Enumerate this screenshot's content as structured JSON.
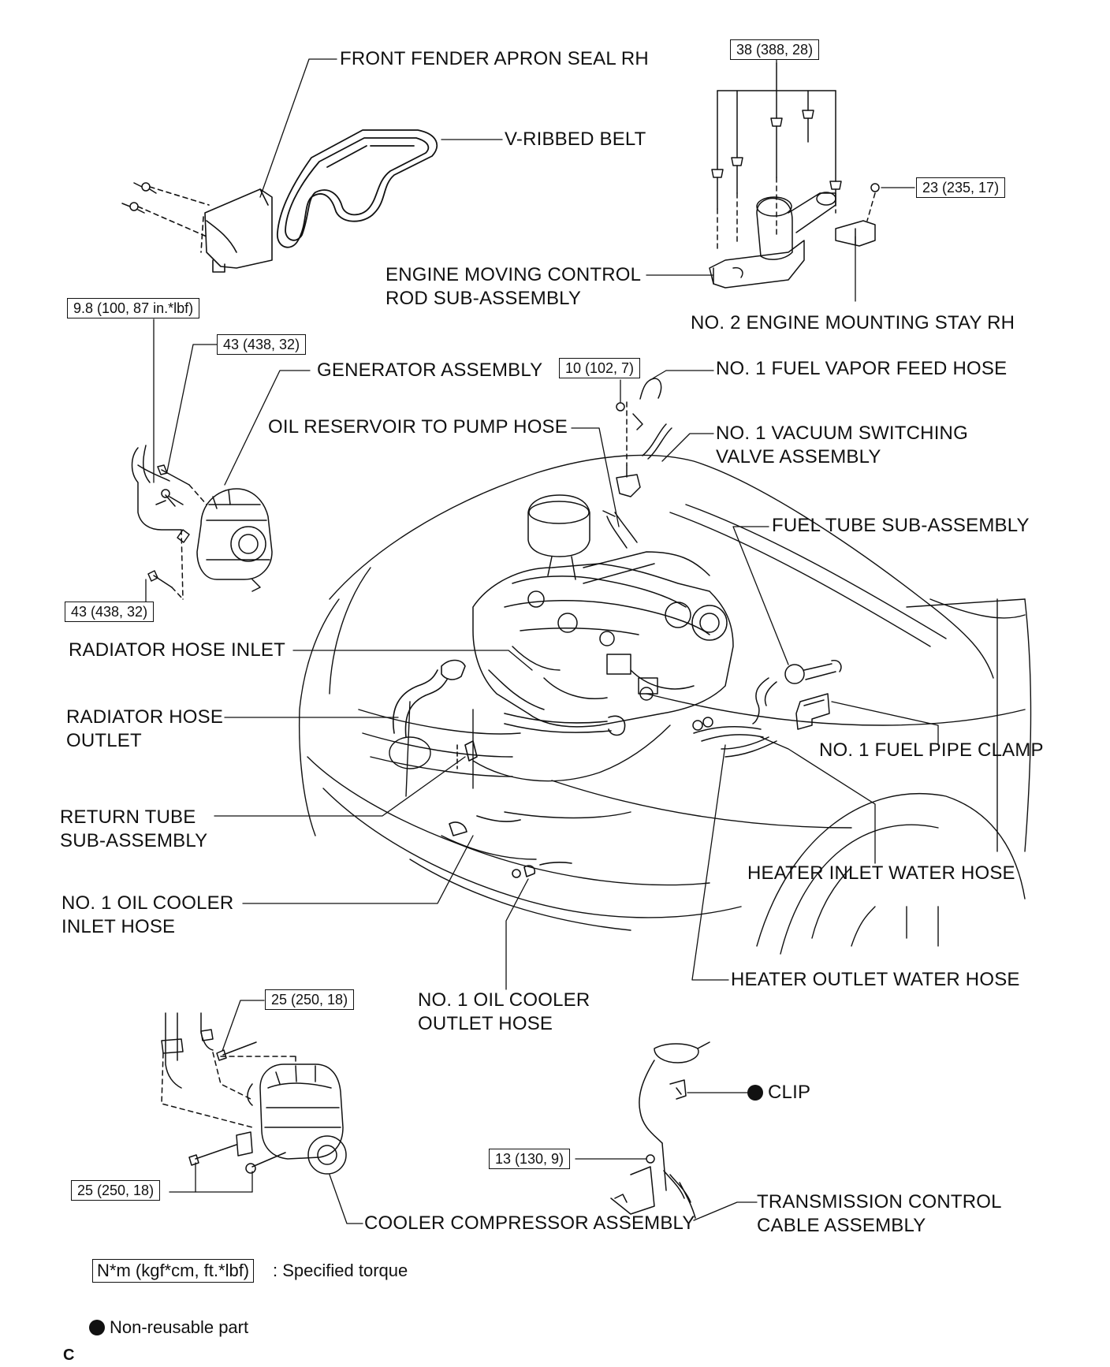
{
  "part_labels": {
    "front_fender_apron_seal_rh": "FRONT FENDER APRON SEAL RH",
    "v_ribbed_belt": "V-RIBBED BELT",
    "engine_moving_control_rod_line1": "ENGINE MOVING CONTROL",
    "engine_moving_control_rod_line2": "ROD SUB-ASSEMBLY",
    "no2_engine_mounting_stay_rh": "NO. 2 ENGINE MOUNTING STAY RH",
    "generator_assembly": "GENERATOR ASSEMBLY",
    "no1_fuel_vapor_feed_hose": "NO. 1 FUEL VAPOR FEED HOSE",
    "oil_reservoir_to_pump_hose": "OIL RESERVOIR TO PUMP HOSE",
    "no1_vacuum_switching_line1": "NO. 1 VACUUM SWITCHING",
    "no1_vacuum_switching_line2": "VALVE ASSEMBLY",
    "fuel_tube_sub_assembly": "FUEL TUBE SUB-ASSEMBLY",
    "radiator_hose_inlet": "RADIATOR HOSE INLET",
    "radiator_hose_outlet_line1": "RADIATOR HOSE",
    "radiator_hose_outlet_line2": "OUTLET",
    "no1_fuel_pipe_clamp": "NO. 1 FUEL PIPE CLAMP",
    "return_tube_line1": "RETURN TUBE",
    "return_tube_line2": "SUB-ASSEMBLY",
    "heater_inlet_water_hose": "HEATER INLET WATER HOSE",
    "no1_oil_cooler_inlet_line1": "NO. 1 OIL COOLER",
    "no1_oil_cooler_inlet_line2": "INLET HOSE",
    "heater_outlet_water_hose": "HEATER OUTLET WATER HOSE",
    "no1_oil_cooler_outlet_line1": "NO. 1 OIL COOLER",
    "no1_oil_cooler_outlet_line2": "OUTLET HOSE",
    "clip": "CLIP",
    "transmission_control_line1": "TRANSMISSION CONTROL",
    "transmission_control_line2": "CABLE ASSEMBLY",
    "cooler_compressor_assembly": "COOLER COMPRESSOR ASSEMBLY"
  },
  "torque_specs": {
    "mount_bolts": "38 (388, 28)",
    "mount_stay_nut": "23 (235, 17)",
    "generator_terminal": "9.8 (100, 87 in.*lbf)",
    "generator_upper": "43 (438, 32)",
    "generator_lower": "43 (438, 32)",
    "vsv_bolt": "10 (102, 7)",
    "compressor_upper": "25 (250, 18)",
    "compressor_lower": "25 (250, 18)",
    "cable_bracket": "13 (130, 9)"
  },
  "legend": {
    "torque_box": "N*m (kgf*cm, ft.*lbf)",
    "torque_text": ": Specified torque",
    "non_reusable": "Non-reusable part"
  },
  "code": "C"
}
